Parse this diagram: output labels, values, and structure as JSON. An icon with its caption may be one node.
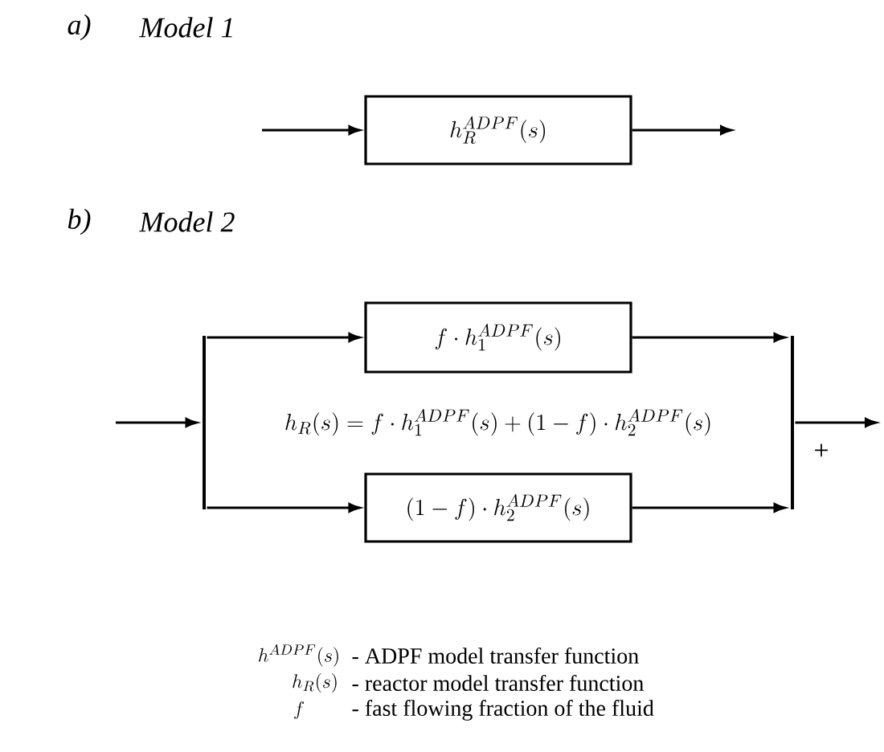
{
  "diagram": {
    "nodes": [
      {
        "text": [
          "h_R^{ADPF}(s)"
        ]
      },
      {
        "text": [],
        "shape": "bar"
      },
      {
        "text": [
          "f\\cdot h_1^{ADPF}(s)"
        ]
      },
      {
        "text": [
          "(1-f)\\cdot h_2^{ADPF}(s)"
        ]
      },
      {
        "text": [],
        "shape": "bar"
      }
    ],
    "edges": [
      {
        "from": null,
        "to": 0,
        "arrow": "to"
      },
      {
        "from": 0,
        "to": null,
        "arrow": "to"
      },
      {
        "from": null,
        "to": 1,
        "arrow": "to"
      },
      {
        "from": 1,
        "to": 2,
        "arrow": "to"
      },
      {
        "from": 1,
        "to": 3,
        "arrow": "to"
      },
      {
        "from": 2,
        "to": 4,
        "arrow": "to"
      },
      {
        "from": 3,
        "to": 4,
        "arrow": "to"
      },
      {
        "from": 4,
        "to": null,
        "arrow": "to"
      }
    ],
    "labels": [
      "a)",
      "Model 1",
      "b)",
      "Model 2",
      "h_R(s) = f\\cdot h_1^{ADPF}(s)+(1-f)\\cdot h_2^{ADPF}(s)",
      "+",
      "h^{ADPF}(s)",
      "- ADPF model transfer function",
      "h_R(s)",
      "- reactor model transfer function",
      "f",
      "- fast flowing fraction of the fluid"
    ]
  }
}
